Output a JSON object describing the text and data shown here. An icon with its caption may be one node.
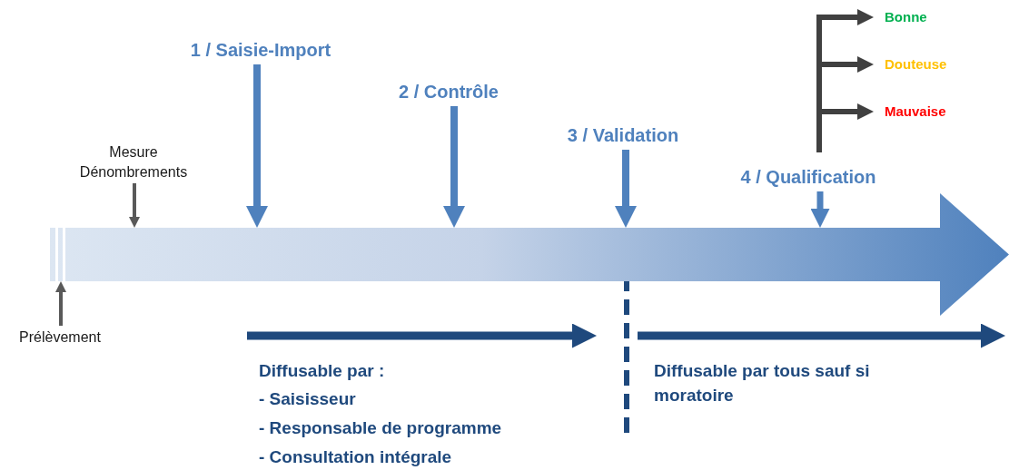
{
  "diagram": {
    "nodes": [
      {
        "text": [],
        "shape": "arrow"
      },
      {
        "text": [
          "Mesure Dénombrements"
        ]
      },
      {
        "text": [
          "Prélèvement"
        ]
      },
      {
        "text": [
          "1 / Saisie-Import"
        ]
      },
      {
        "text": [
          "2 / Contrôle"
        ]
      },
      {
        "text": [
          "3 / Validation"
        ]
      },
      {
        "text": [
          "4 / Qualification"
        ]
      },
      {
        "text": [
          "Bonne"
        ]
      },
      {
        "text": [
          "Douteuse"
        ]
      },
      {
        "text": [
          "Mauvaise"
        ]
      }
    ],
    "edges": [
      {
        "from": 1,
        "to": 0,
        "arrow": "to",
        "color": "#595959"
      },
      {
        "from": 2,
        "to": 0,
        "arrow": "to",
        "color": "#595959"
      },
      {
        "from": 3,
        "to": 0,
        "arrow": "to"
      },
      {
        "from": 4,
        "to": 0,
        "arrow": "to"
      },
      {
        "from": 5,
        "to": 0,
        "arrow": "to"
      },
      {
        "from": 6,
        "to": 0,
        "arrow": "to"
      },
      {
        "from": 6,
        "to": 7,
        "arrow": "to",
        "color": "#404040"
      },
      {
        "from": 6,
        "to": 8,
        "arrow": "to",
        "color": "#404040"
      },
      {
        "from": 6,
        "to": 9,
        "arrow": "to",
        "color": "#404040"
      }
    ],
    "labels": [
      "Diffusable par :",
      "- Saisisseur",
      "- Responsable de programme",
      "- Consultation intégrale",
      "Diffusable par tous sauf si moratoire"
    ]
  }
}
